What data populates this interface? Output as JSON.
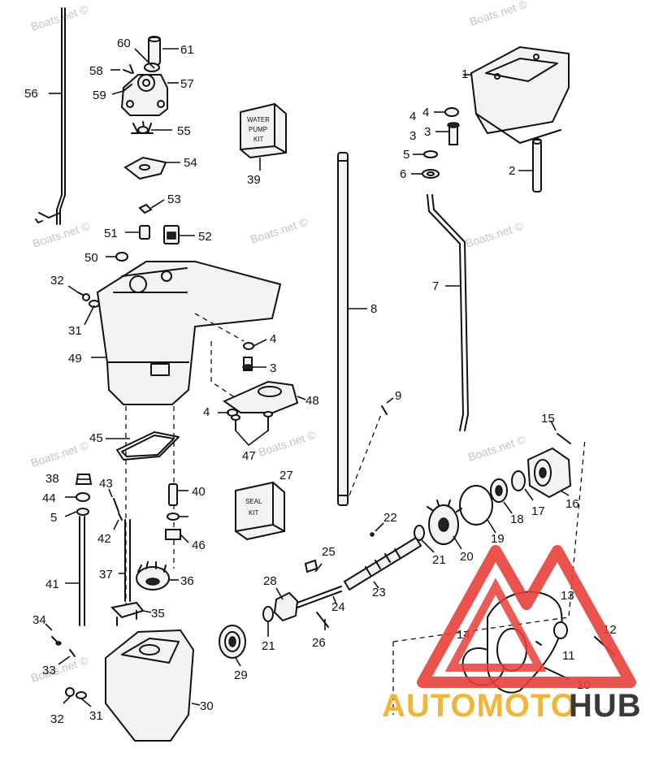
{
  "watermarks": [
    "Boats.net ©",
    "Boats.net ©",
    "Boats.net ©",
    "Boats.net ©",
    "Boats.net ©",
    "Boats.net ©",
    "Boats.net ©",
    "Boats.net ©",
    "Boats.net ©"
  ],
  "kits": {
    "water_pump_kit": [
      "WATER",
      "PUMP",
      "KIT"
    ],
    "seal_kit": [
      "SEAL",
      "KIT"
    ]
  },
  "logo": {
    "part1": "AUTOMOTO",
    "part2": "HUB",
    "color_red": "#e8403a",
    "color_orange": "#f2b53a",
    "color_dark": "#3a3a3a"
  },
  "callouts": [
    "1",
    "2",
    "3",
    "4",
    "5",
    "6",
    "7",
    "8",
    "9",
    "10",
    "11",
    "12",
    "13",
    "14",
    "15",
    "16",
    "17",
    "18",
    "19",
    "20",
    "21",
    "22",
    "23",
    "24",
    "25",
    "26",
    "27",
    "28",
    "29",
    "30",
    "31",
    "32",
    "33",
    "34",
    "35",
    "36",
    "37",
    "38",
    "39",
    "40",
    "41",
    "42",
    "43",
    "44",
    "45",
    "46",
    "47",
    "48",
    "49",
    "50",
    "51",
    "52",
    "53",
    "54",
    "55",
    "56",
    "57",
    "58",
    "59",
    "60",
    "61",
    "3",
    "4",
    "4",
    "5",
    "21",
    "31",
    "32",
    "3",
    "4"
  ]
}
